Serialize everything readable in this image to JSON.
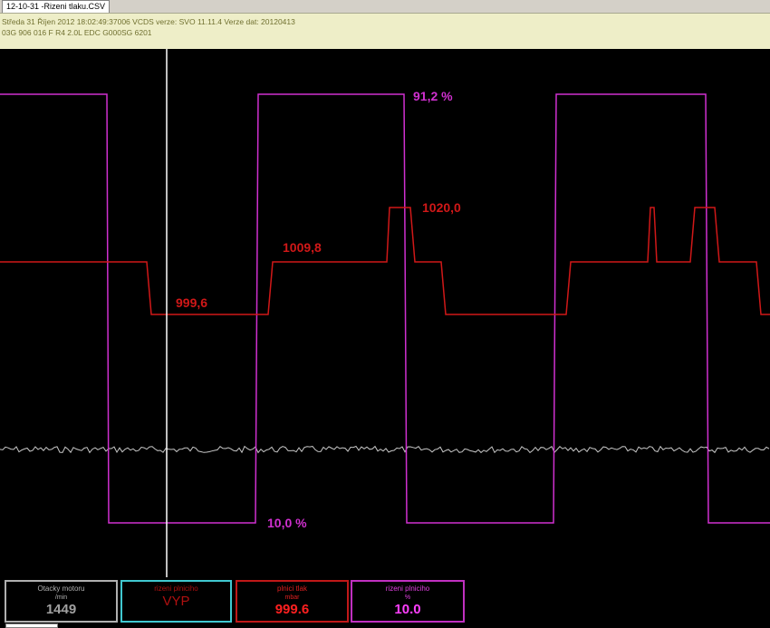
{
  "window": {
    "tab_title": "12-10-31 -Rizeni tlaku.CSV",
    "info_line1": "Středa 31 Říjen 2012 18:02:49:37006 VCDS verze: SVO 11.11.4 Verze dat: 20120413",
    "info_line2": "03G 906 016 F  R4 2.0L EDC G000SG  6201"
  },
  "plot": {
    "labels": {
      "max_percent": "91,2 %",
      "min_percent": "10,0 %",
      "pressure_high": "1020,0",
      "pressure_mid": "1009,8",
      "pressure_low": "999,6"
    },
    "colors": {
      "percent_series": "#d030d0",
      "pressure_series": "#d01818",
      "rpm_series": "#c8c8c8",
      "cursor": "#ffffff",
      "background": "#000000"
    }
  },
  "gauges": [
    {
      "name": "Otacky motoru",
      "unit": "/min",
      "value": "1449"
    },
    {
      "name": "rizeni plniciho",
      "unit": "",
      "value": "VYP"
    },
    {
      "name": "plnici tlak",
      "unit": "mbar",
      "value": "999.6"
    },
    {
      "name": "rizeni plniciho",
      "unit": "%",
      "value": "10.0"
    }
  ]
}
